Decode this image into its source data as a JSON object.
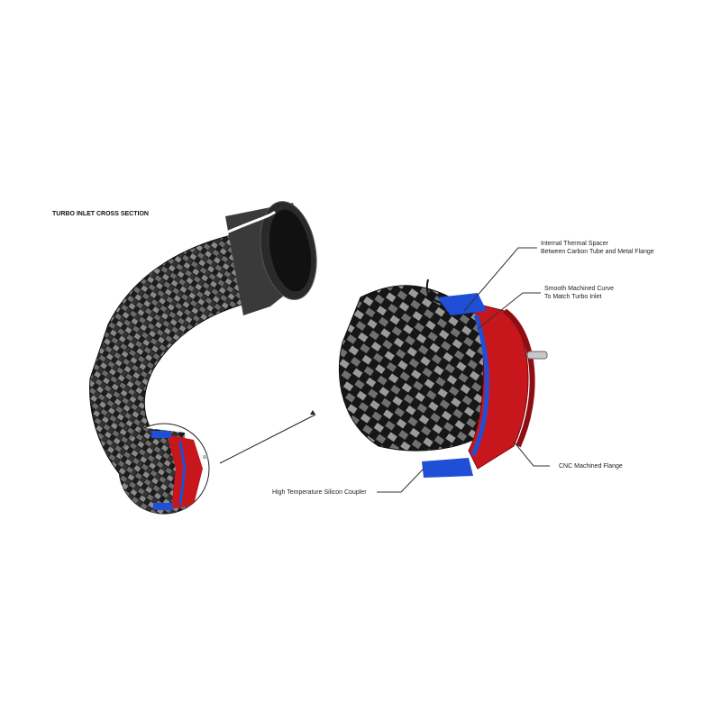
{
  "title": "TURBO INLET CROSS SECTION",
  "callouts": {
    "thermal_spacer": [
      "Internal Thermal Spacer",
      "Between Carbon Tube and Metal Flange"
    ],
    "machined_curve": [
      "Smooth Machined Curve",
      "To Match Turbo Inlet"
    ],
    "cnc_flange": "CNC Machined Flange",
    "silicon_coupler": "High Temperature Silicon Coupler"
  },
  "colors": {
    "flange": "#c8161d",
    "coupler": "#1f4fd6",
    "carbon": "#2a2a2a"
  }
}
